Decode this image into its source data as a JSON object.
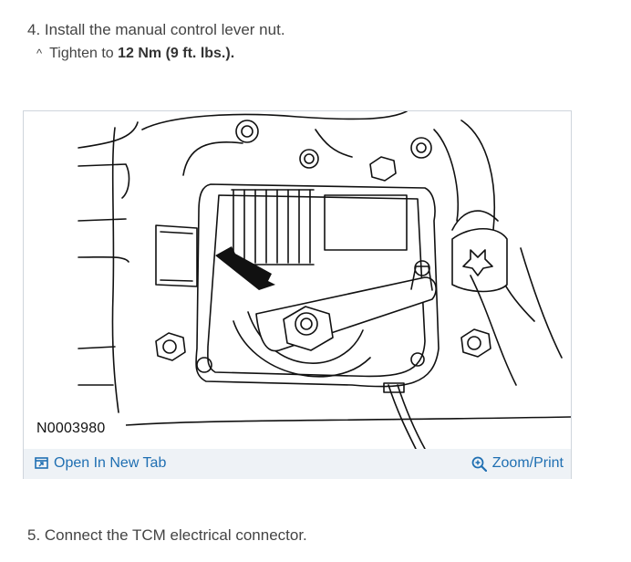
{
  "steps": {
    "step4_title": "4. Install the manual control lever nut.",
    "step4_sub_prefix": "Tighten to ",
    "step4_sub_bold": "12 Nm (9 ft. lbs.).",
    "step4_bullet": "^",
    "step5_title": "5. Connect the TCM electrical connector."
  },
  "figure": {
    "id_label": "N0003980",
    "open_tab_label": "Open In New Tab",
    "zoom_label": "Zoom/Print",
    "open_tab_icon": "open-new-tab-icon",
    "zoom_icon": "magnifier-plus-icon"
  },
  "colors": {
    "link": "#1f6fb2",
    "bar_bg": "#eef2f6",
    "text": "#444444"
  }
}
